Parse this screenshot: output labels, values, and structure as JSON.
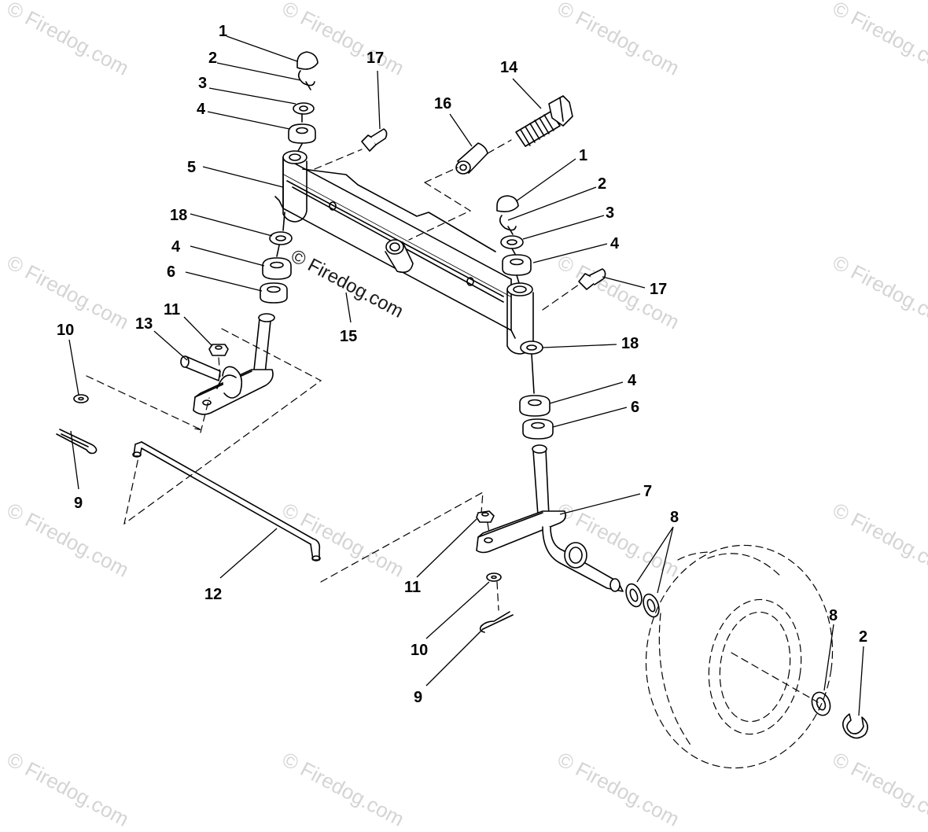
{
  "watermark": {
    "text": "© Firedog.com"
  },
  "callouts": [
    "1",
    "2",
    "3",
    "4",
    "5",
    "18",
    "4",
    "6",
    "11",
    "13",
    "10",
    "9",
    "12",
    "17",
    "16",
    "14",
    "1",
    "2",
    "3",
    "4",
    "17",
    "15",
    "18",
    "4",
    "6",
    "7",
    "8",
    "11",
    "10",
    "9",
    "8",
    "2"
  ],
  "colors": {
    "line": "#000000",
    "watermark": "#d4d4d4",
    "background": "#ffffff"
  }
}
